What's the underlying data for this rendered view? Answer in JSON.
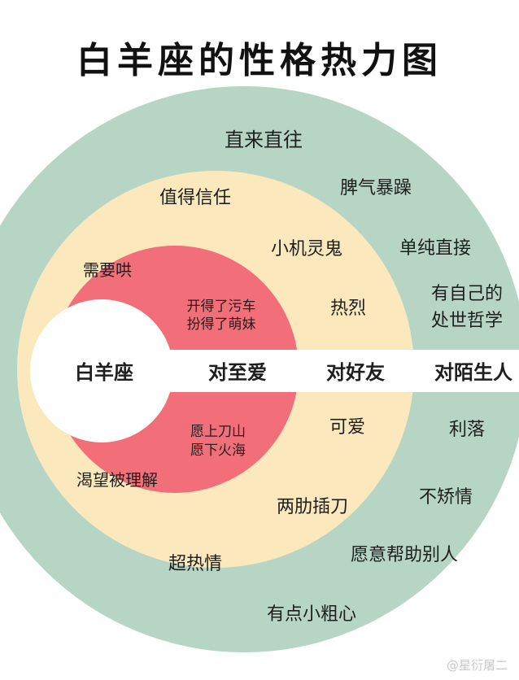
{
  "title": "白羊座的性格热力图",
  "colors": {
    "outer_ring": "#b7d5c4",
    "middle_ring": "#fbe9bd",
    "inner_ring": "#f26f7a",
    "center": "#ffffff"
  },
  "center_label": "白羊座",
  "band_labels": {
    "inner": "对至爱",
    "middle": "对好友",
    "outer": "对陌生人"
  },
  "inner_traits": {
    "top_left": "需要哄",
    "top_right": [
      "开得了污车",
      "扮得了萌妹"
    ],
    "bottom_right": [
      "愿上刀山",
      "愿下火海"
    ],
    "bottom_left": "渴望被理解"
  },
  "middle_traits": {
    "t1": "值得信任",
    "t2": "小机灵鬼",
    "t3": "热烈",
    "t4": "可爱",
    "t5": "两肋插刀",
    "t6": "超热情"
  },
  "outer_traits": {
    "t1": "直来直往",
    "t2": "脾气暴躁",
    "t3": "单纯直接",
    "t4": [
      "有自己的",
      "处世哲学"
    ],
    "t5": "利落",
    "t6": "不矫情",
    "t7": "愿意帮助别人",
    "t8": "有点小粗心"
  },
  "watermark": "@星衍屠二"
}
